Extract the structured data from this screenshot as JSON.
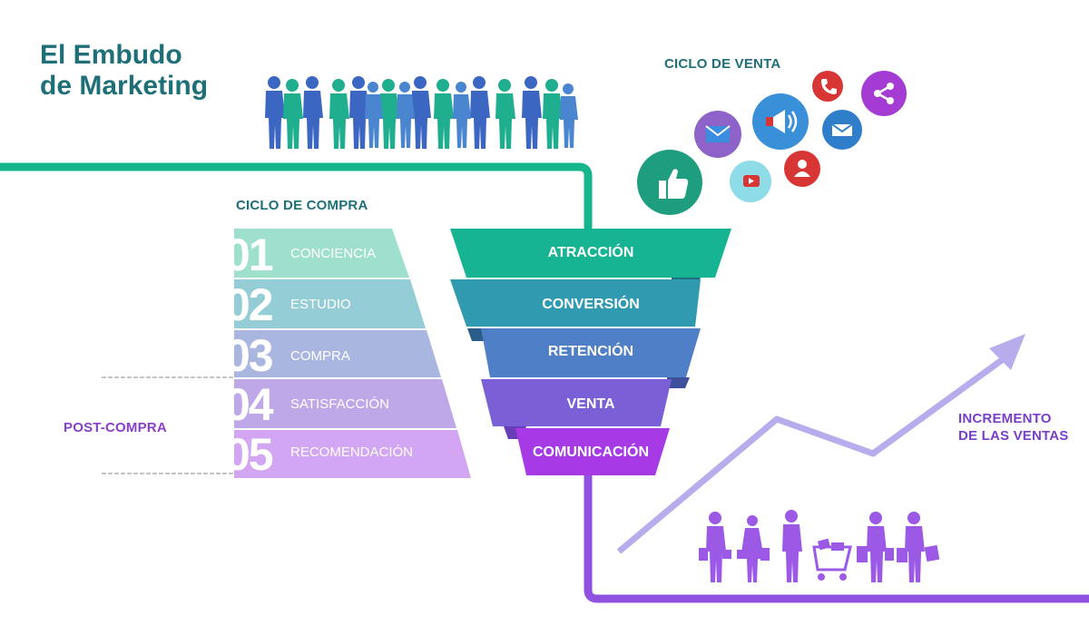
{
  "title": {
    "line1": "El Embudo",
    "line2": "de Marketing"
  },
  "headings": {
    "ciclo_venta": "CICLO DE VENTA",
    "ciclo_compra": "CICLO DE COMPRA",
    "post_compra": "POST-COMPRA",
    "incremento_line1": "INCREMENTO",
    "incremento_line2": "DE LAS VENTAS"
  },
  "purchase_steps": [
    {
      "num": "01",
      "label": "CONCIENCIA",
      "color": "#9fdfcd"
    },
    {
      "num": "02",
      "label": "ESTUDIO",
      "color": "#95cdd6"
    },
    {
      "num": "03",
      "label": "COMPRA",
      "color": "#a8b6e0"
    },
    {
      "num": "04",
      "label": "SATISFACCIÓN",
      "color": "#bfa8e8"
    },
    {
      "num": "05",
      "label": "RECOMENDACIÓN",
      "color": "#d2a6f2"
    }
  ],
  "funnel_stages": [
    {
      "label": "ATRACCIÓN",
      "color": "#16b493"
    },
    {
      "label": "CONVERSIÓN",
      "color": "#2f9ab0"
    },
    {
      "label": "RETENCIÓN",
      "color": "#4f7fc6"
    },
    {
      "label": "VENTA",
      "color": "#7b5fd6"
    },
    {
      "label": "COMUNICACIÓN",
      "color": "#a63be6"
    }
  ],
  "social_icons": [
    {
      "name": "thumbs-up-icon",
      "color": "#1e9e7e"
    },
    {
      "name": "mail-icon",
      "color": "#8e63c9"
    },
    {
      "name": "megaphone-icon",
      "color": "#3a8fd9"
    },
    {
      "name": "video-icon",
      "color": "#5fd0e0"
    },
    {
      "name": "phone-icon",
      "color": "#d83535"
    },
    {
      "name": "envelope-icon",
      "color": "#2f7ec9"
    },
    {
      "name": "user-icon",
      "color": "#d83535"
    },
    {
      "name": "share-icon",
      "color": "#a43bd3"
    }
  ],
  "colors": {
    "accent_teal": "#1f6f78",
    "line_top": "#17b58d",
    "line_bottom": "#8f52e0",
    "arrow": "#b9acec",
    "shoppers": "#9b59e6"
  }
}
